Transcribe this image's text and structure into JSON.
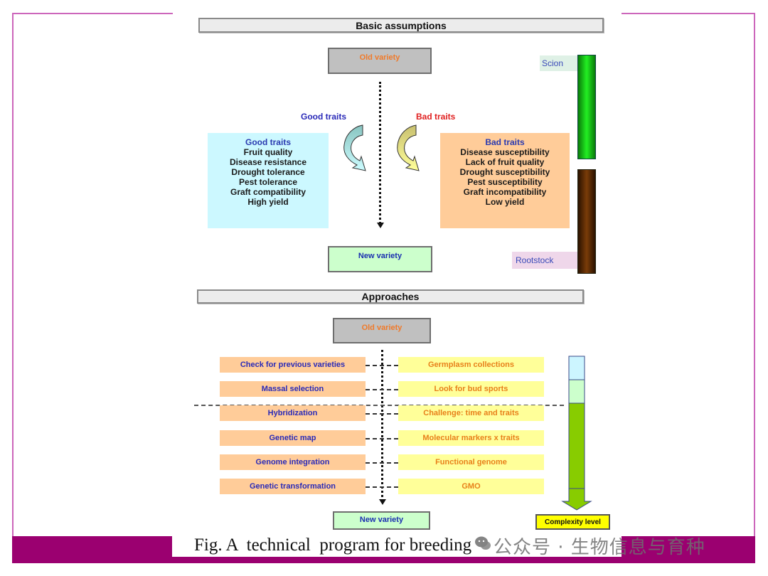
{
  "figure": {
    "caption": "Fig. A  technical  program for breeding",
    "watermark": "公众号 · 生物信息与育种",
    "watermark_icon": "wechat-icon",
    "frame_color": "#cc66bb",
    "bar_color": "#9b0070"
  },
  "basic": {
    "title": "Basic assumptions",
    "old_variety": "Old variety",
    "new_variety": "New variety",
    "good_arrow_label": "Good traits",
    "bad_arrow_label": "Bad traits",
    "good_box": {
      "header": "Good traits",
      "items": [
        "Fruit quality",
        "Disease resistance",
        "Drought tolerance",
        "Pest tolerance",
        "Graft compatibility",
        "High yield"
      ]
    },
    "bad_box": {
      "header": "Bad traits",
      "items": [
        "Disease susceptibility",
        "Lack of fruit quality",
        "Drought susceptibility",
        "Pest susceptibility",
        "Graft incompatibility",
        "Low yield"
      ]
    },
    "scion_label": "Scion",
    "rootstock_label": "Rootstock",
    "colors": {
      "good": "#ccf8ff",
      "bad": "#ffcc99",
      "scion": "#22ee22",
      "rootstock": "#7a3c08"
    }
  },
  "approaches": {
    "title": "Approaches",
    "old_variety": "Old variety",
    "new_variety": "New variety",
    "rows": [
      {
        "left": "Check for previous varieties",
        "right": "Germplasm collections"
      },
      {
        "left": "Massal selection",
        "right": "Look for bud sports"
      },
      {
        "left": "Hybridization",
        "right": "Challenge: time and traits"
      },
      {
        "left": "Genetic map",
        "right": "Molecular markers x traits"
      },
      {
        "left": "Genome integration",
        "right": "Functional genome"
      },
      {
        "left": "Genetic transformation",
        "right": "GMO"
      }
    ],
    "complexity_label": "Complexity level",
    "complexity_segments": [
      "#ccf5ff",
      "#ccffcc",
      "#88cc00"
    ]
  }
}
